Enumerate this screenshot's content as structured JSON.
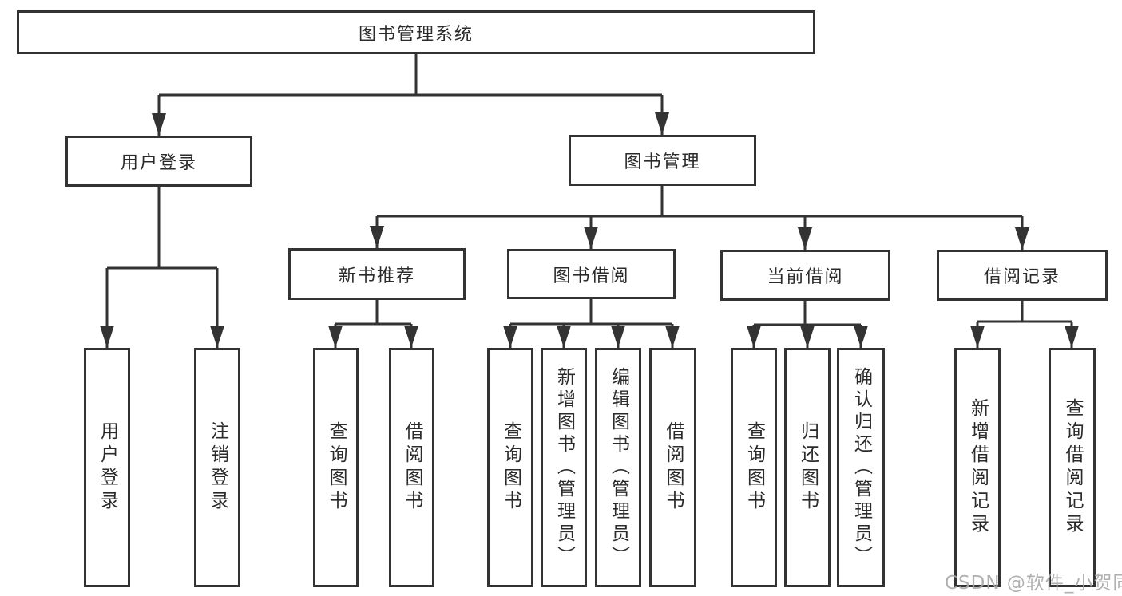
{
  "colors": {
    "line": "#333333",
    "text": "#2b2b2b",
    "bg": "#ffffff",
    "watermark": "#aaaaaa"
  },
  "diagram": {
    "type": "hierarchy-tree",
    "root": {
      "label": "图书管理系统",
      "children": [
        {
          "label": "用户登录",
          "children": [
            {
              "label": "用户登录"
            },
            {
              "label": "注销登录"
            }
          ]
        },
        {
          "label": "图书管理",
          "children": [
            {
              "label": "新书推荐",
              "children": [
                {
                  "label": "查询图书"
                },
                {
                  "label": "借阅图书"
                }
              ]
            },
            {
              "label": "图书借阅",
              "children": [
                {
                  "label": "查询图书"
                },
                {
                  "label": "新增图书（管理员）"
                },
                {
                  "label": "编辑图书（管理员）"
                },
                {
                  "label": "借阅图书"
                }
              ]
            },
            {
              "label": "当前借阅",
              "children": [
                {
                  "label": "查询图书"
                },
                {
                  "label": "归还图书"
                },
                {
                  "label": "确认归还（管理员）"
                }
              ]
            },
            {
              "label": "借阅记录",
              "children": [
                {
                  "label": "新增借阅记录"
                },
                {
                  "label": "查询借阅记录"
                }
              ]
            }
          ]
        }
      ]
    }
  },
  "watermark": {
    "text": "CSDN @软件_小贺同学"
  }
}
